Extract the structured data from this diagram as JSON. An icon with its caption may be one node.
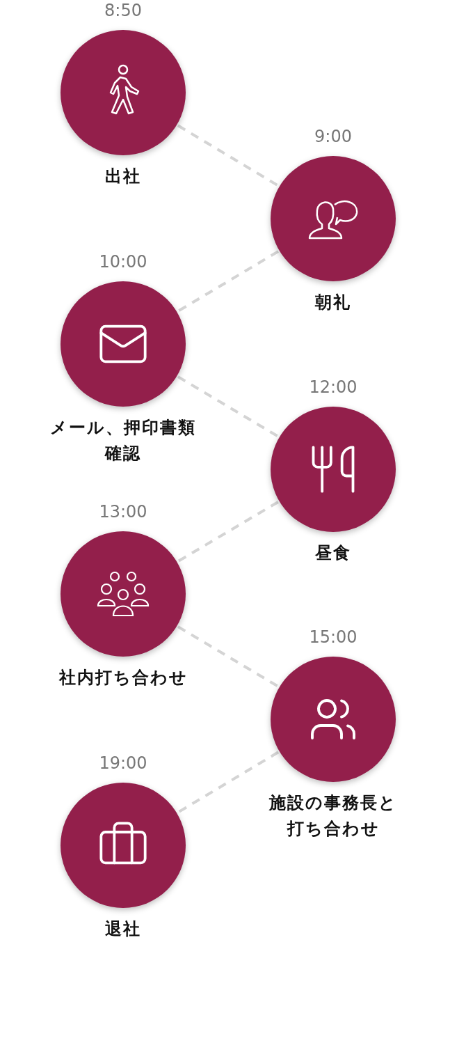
{
  "diagram": {
    "nodes": [
      {
        "text": [
          "出社"
        ],
        "beside": [
          "8:50"
        ]
      },
      {
        "text": [
          "朝礼"
        ],
        "beside": [
          "9:00"
        ]
      },
      {
        "text": [
          "メール、押印書類確認"
        ],
        "beside": [
          "10:00"
        ]
      },
      {
        "text": [
          "昼食"
        ],
        "beside": [
          "12:00"
        ]
      },
      {
        "text": [
          "社内打ち合わせ"
        ],
        "beside": [
          "13:00"
        ]
      },
      {
        "text": [
          "施設の事務長と打ち合わせ"
        ],
        "beside": [
          "15:00"
        ]
      },
      {
        "text": [
          "退社"
        ],
        "beside": [
          "19:00"
        ]
      }
    ],
    "edges": [
      {
        "from": 0,
        "to": 1,
        "arrow": "none",
        "style": "dashed"
      },
      {
        "from": 1,
        "to": 2,
        "arrow": "none",
        "style": "dashed"
      },
      {
        "from": 2,
        "to": 3,
        "arrow": "none",
        "style": "dashed"
      },
      {
        "from": 3,
        "to": 4,
        "arrow": "none",
        "style": "dashed"
      },
      {
        "from": 4,
        "to": 5,
        "arrow": "none",
        "style": "dashed"
      },
      {
        "from": 5,
        "to": 6,
        "arrow": "none",
        "style": "dashed"
      }
    ]
  }
}
